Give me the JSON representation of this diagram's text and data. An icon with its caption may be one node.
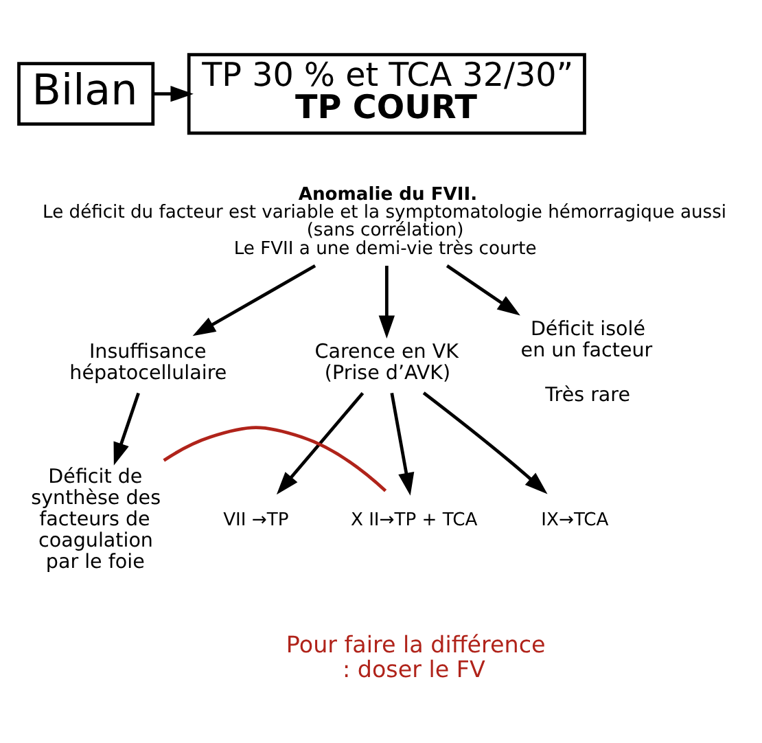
{
  "diagram": {
    "nodes": [
      {
        "text": [
          "Bilan"
        ]
      },
      {
        "text": [
          "TP 30 % et TCA 32/30”",
          "TP COURT"
        ]
      },
      {
        "text": [
          "Anomalie du FVII.",
          "Le déficit du facteur est variable et la symptomatologie hémorragique aussi (sans corrélation)",
          "Le FVII a une demi-vie très courte"
        ]
      },
      {
        "text": [
          "Insuffisance hépatocellulaire"
        ]
      },
      {
        "text": [
          "Carence en VK (Prise d’AVK)"
        ]
      },
      {
        "text": [
          "Déficit isolé en un facteur"
        ],
        "beside": [
          "Très rare"
        ]
      },
      {
        "text": [
          "Déficit de synthèse des facteurs de coagulation par le foie"
        ]
      },
      {
        "text": [
          "VII →TP"
        ]
      },
      {
        "text": [
          "X II→TP + TCA"
        ]
      },
      {
        "text": [
          "IX→TCA"
        ]
      },
      {
        "text": [
          "Pour faire la différence : doser le FV"
        ]
      }
    ],
    "edges": [
      {
        "from": 0,
        "to": 1,
        "arrow": "to"
      },
      {
        "from": 2,
        "to": 3,
        "arrow": "to"
      },
      {
        "from": 2,
        "to": 4,
        "arrow": "to"
      },
      {
        "from": 2,
        "to": 5,
        "arrow": "to"
      },
      {
        "from": 3,
        "to": 6,
        "arrow": "to"
      },
      {
        "from": 4,
        "to": 7,
        "arrow": "to"
      },
      {
        "from": 4,
        "to": 8,
        "arrow": "to"
      },
      {
        "from": 4,
        "to": 9,
        "arrow": "to"
      },
      {
        "from": 8,
        "to": 6,
        "arrow": "none",
        "color": "#b0231a"
      }
    ]
  }
}
